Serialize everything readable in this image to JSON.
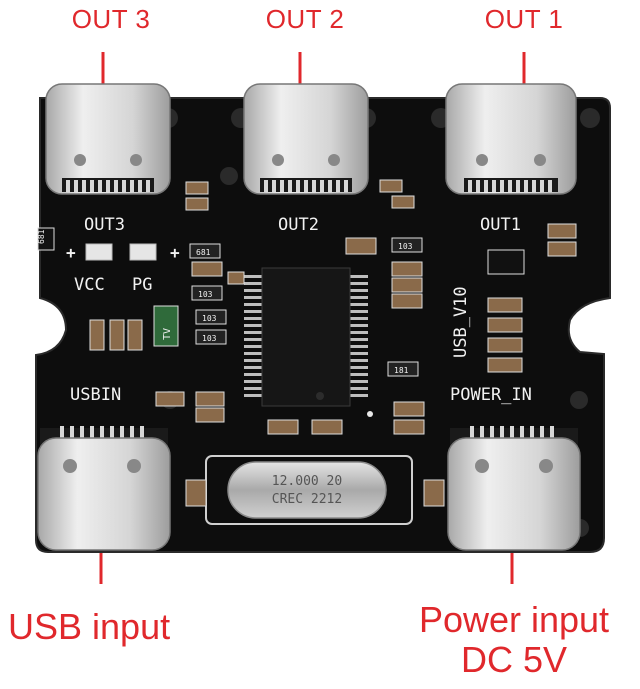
{
  "callouts": {
    "out3": "OUT 3",
    "out2": "OUT 2",
    "out1": "OUT 1",
    "usb_input": "USB input",
    "power_input_line1": "Power input",
    "power_input_line2": "DC 5V"
  },
  "silkscreen": {
    "out3": "OUT3",
    "out2": "OUT2",
    "out1": "OUT1",
    "vcc": "VCC",
    "pg": "PG",
    "plus_left": "+",
    "plus_right": "+",
    "usbin": "USBIN",
    "power_in": "POWER_IN",
    "version": "USB_V10",
    "tv": "TV",
    "r681_a": "681",
    "r681_b": "681",
    "r103_a": "103",
    "r103_b": "103",
    "r103_c": "103",
    "r103_d": "103",
    "r181": "181"
  },
  "crystal": {
    "line1": "12.000 20",
    "line2": "CREC 2212"
  },
  "colors": {
    "callout": "#e0282c",
    "pcb": "#0d0d0d",
    "silk": "#f2f2f2",
    "connector_metal": "#c9c9c9"
  }
}
